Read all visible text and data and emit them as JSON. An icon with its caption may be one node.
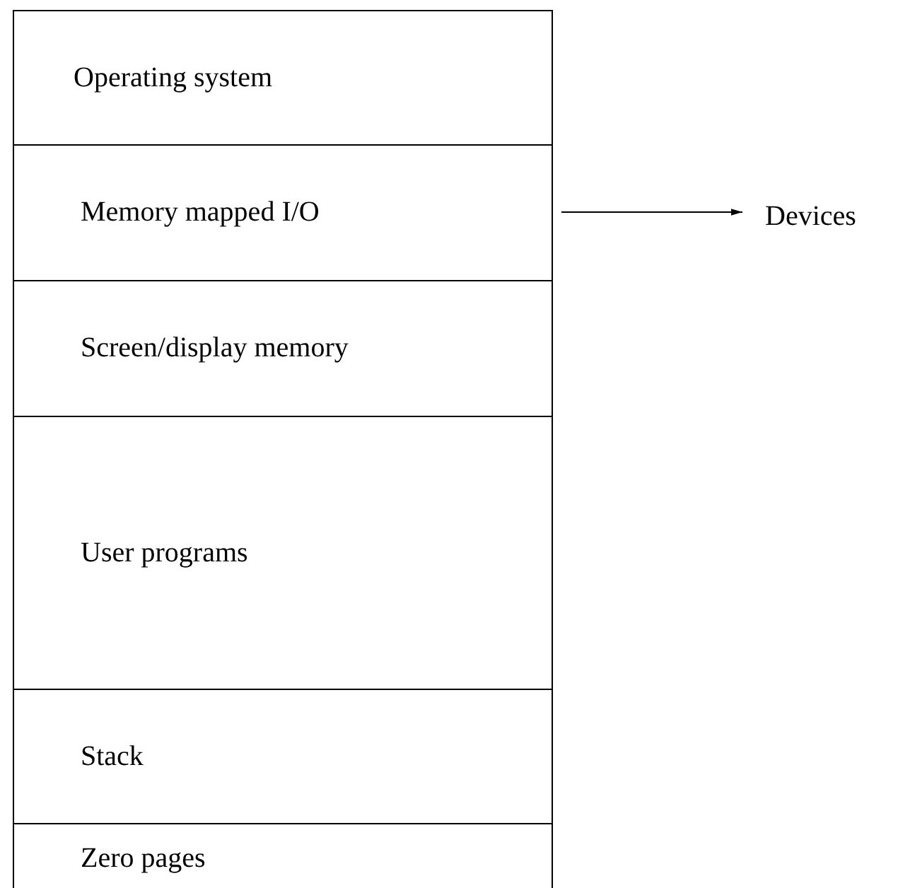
{
  "diagram": {
    "nodes": [
      {
        "text": [
          "Operating system"
        ]
      },
      {
        "text": [
          "Memory mapped I/O"
        ]
      },
      {
        "text": [
          "Screen/display memory"
        ]
      },
      {
        "text": [
          "User programs"
        ]
      },
      {
        "text": [
          "Stack"
        ]
      },
      {
        "text": [
          "Zero pages"
        ]
      },
      {
        "text": [
          "Devices"
        ]
      }
    ],
    "edges": [
      {
        "from": 1,
        "to": 6,
        "arrow": "to"
      }
    ]
  }
}
